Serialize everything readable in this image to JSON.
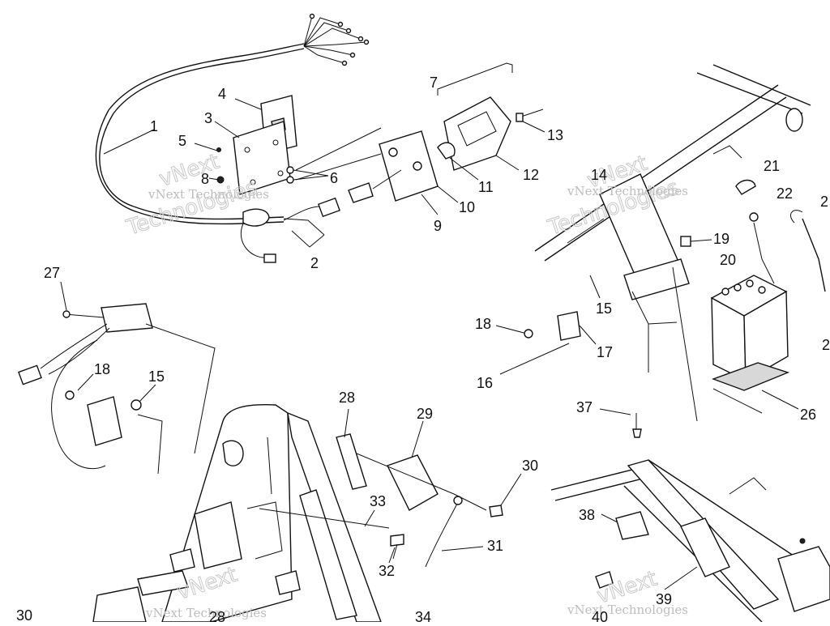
{
  "watermark": {
    "text": "vNext Technologies",
    "word1": "vNext",
    "word2": "Technologies"
  },
  "callouts": [
    {
      "id": "c1",
      "label": "1"
    },
    {
      "id": "c2",
      "label": "2"
    },
    {
      "id": "c3",
      "label": "3"
    },
    {
      "id": "c4",
      "label": "4"
    },
    {
      "id": "c5",
      "label": "5"
    },
    {
      "id": "c6",
      "label": "6"
    },
    {
      "id": "c7",
      "label": "7"
    },
    {
      "id": "c8",
      "label": "8"
    },
    {
      "id": "c9",
      "label": "9"
    },
    {
      "id": "c10",
      "label": "10"
    },
    {
      "id": "c11",
      "label": "11"
    },
    {
      "id": "c12",
      "label": "12"
    },
    {
      "id": "c13",
      "label": "13"
    },
    {
      "id": "c14",
      "label": "14"
    },
    {
      "id": "c15a",
      "label": "15"
    },
    {
      "id": "c15b",
      "label": "15"
    },
    {
      "id": "c16",
      "label": "16"
    },
    {
      "id": "c17",
      "label": "17"
    },
    {
      "id": "c18a",
      "label": "18"
    },
    {
      "id": "c18b",
      "label": "18"
    },
    {
      "id": "c19",
      "label": "19"
    },
    {
      "id": "c20",
      "label": "20"
    },
    {
      "id": "c21",
      "label": "21"
    },
    {
      "id": "c22",
      "label": "22"
    },
    {
      "id": "c23",
      "label": "2"
    },
    {
      "id": "c24",
      "label": "2"
    },
    {
      "id": "c26",
      "label": "26"
    },
    {
      "id": "c27",
      "label": "27"
    },
    {
      "id": "c28",
      "label": "28"
    },
    {
      "id": "c28b",
      "label": "28"
    },
    {
      "id": "c29",
      "label": "29"
    },
    {
      "id": "c30a",
      "label": "30"
    },
    {
      "id": "c30b",
      "label": "30"
    },
    {
      "id": "c31",
      "label": "31"
    },
    {
      "id": "c32",
      "label": "32"
    },
    {
      "id": "c33",
      "label": "33"
    },
    {
      "id": "c34",
      "label": "34"
    },
    {
      "id": "c37",
      "label": "37"
    },
    {
      "id": "c38",
      "label": "38"
    },
    {
      "id": "c39",
      "label": "39"
    },
    {
      "id": "c40",
      "label": "40"
    }
  ]
}
